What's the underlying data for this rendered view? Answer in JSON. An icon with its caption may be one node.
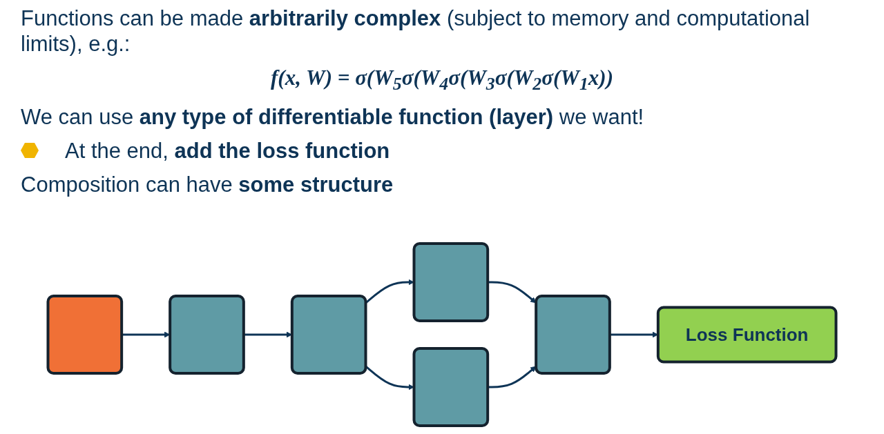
{
  "diagram": {
    "nodes": [
      {
        "text": [],
        "shape": "box"
      },
      {
        "text": [],
        "shape": "box"
      },
      {
        "text": [],
        "shape": "box"
      },
      {
        "text": [],
        "shape": "box"
      },
      {
        "text": [],
        "shape": "box"
      },
      {
        "text": [],
        "shape": "box"
      },
      {
        "text": [
          "Loss Function"
        ]
      }
    ],
    "edges": [
      {
        "from": 0,
        "to": 1,
        "arrow": "to"
      },
      {
        "from": 1,
        "to": 2,
        "arrow": "to"
      },
      {
        "from": 2,
        "to": 3,
        "arrow": "to"
      },
      {
        "from": 2,
        "to": 4,
        "arrow": "to"
      },
      {
        "from": 3,
        "to": 5,
        "arrow": "to"
      },
      {
        "from": 4,
        "to": 5,
        "arrow": "to"
      },
      {
        "from": 5,
        "to": 6,
        "arrow": "to"
      }
    ],
    "labels": [
      "Functions can be made **arbitrarily complex** (subject to memory and computational limits), e.g.:",
      "f(x, W) = σ(W$_{5}$σ(W$_{4}$σ(W$_{3}$σ(W$_{2}$σ(W$_{1}$x))",
      "We can use **any type of differentiable function (layer)** we want!",
      "At the end, **add the loss function**",
      "Composition can have **some structure**"
    ]
  }
}
